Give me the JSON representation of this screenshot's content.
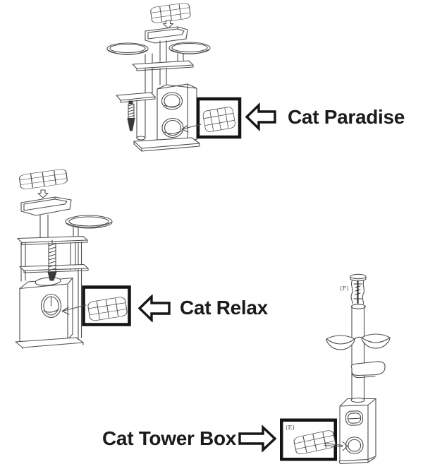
{
  "page": {
    "background": "#ffffff"
  },
  "colors": {
    "line": "#4d4d4d",
    "emphasis": "#141414",
    "text": "#1b1b1b"
  },
  "products": [
    {
      "name": "Cat Paradise",
      "callout": {
        "part": "grid-scratch-cushion",
        "arrow_direction": "left"
      }
    },
    {
      "name": "Cat Relax",
      "callout": {
        "part": "grid-scratch-cushion",
        "arrow_direction": "left"
      }
    },
    {
      "name": "Cat Tower Box",
      "callout": {
        "part": "grid-scratch-cushion",
        "arrow_direction": "right"
      },
      "part_labels": {
        "cushion": "(E)",
        "spring_toy": "(F)"
      }
    }
  ]
}
